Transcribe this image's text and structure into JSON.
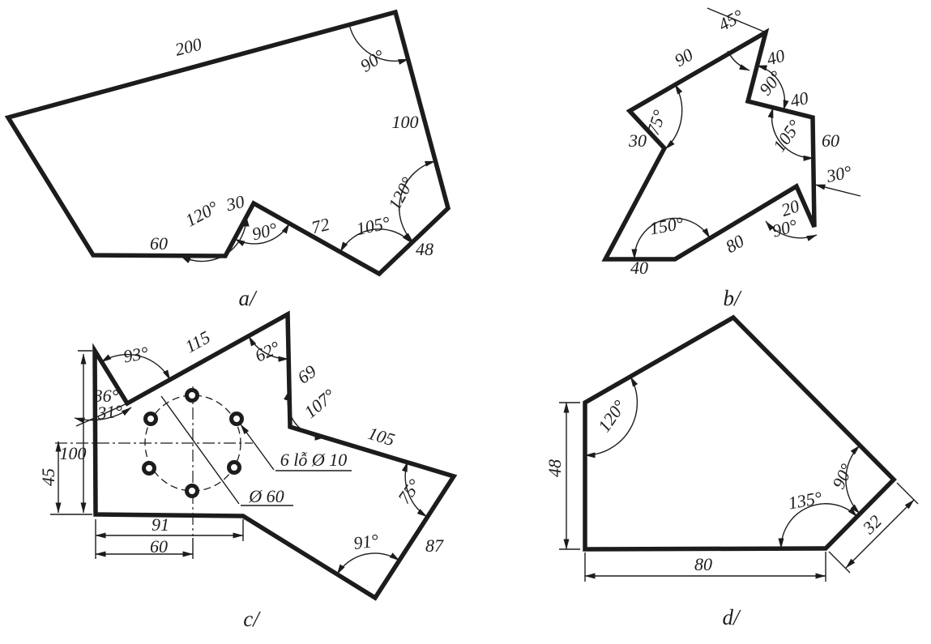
{
  "colors": {
    "ink": "#1c1c1c",
    "background": "#ffffff"
  },
  "figures": {
    "a": {
      "caption": "a/",
      "dims": {
        "d200": "200",
        "d100": "100",
        "d60": "60",
        "d30": "30",
        "d72": "72",
        "d48": "48"
      },
      "angles": {
        "top90": "90°",
        "a120": "120°",
        "notch90": "90°",
        "a105": "105°",
        "right120": "120°"
      }
    },
    "b": {
      "caption": "b/",
      "dims": {
        "d90": "90",
        "d40a": "40",
        "d40b": "40",
        "d60": "60",
        "d20": "20",
        "d80": "80",
        "d40c": "40",
        "d30": "30"
      },
      "angles": {
        "a45": "45°",
        "a90a": "90°",
        "a105": "105°",
        "a30": "30°",
        "a90b": "90°",
        "a150": "150°",
        "a75": "75°"
      }
    },
    "c": {
      "caption": "c/",
      "dims": {
        "d115": "115",
        "d69": "69",
        "d105": "105",
        "d87": "87",
        "d100": "100",
        "d45": "45",
        "d91": "91",
        "d60": "60",
        "holes_note": "6 lỗ Ø 10",
        "bolt_circle": "Ø 60"
      },
      "angles": {
        "a93": "93°",
        "a62": "62°",
        "a107": "107°",
        "a75": "75°",
        "a91": "91°",
        "a36": "36°",
        "a31": "31°"
      }
    },
    "d": {
      "caption": "d/",
      "dims": {
        "d48": "48",
        "d80": "80",
        "d32": "32"
      },
      "angles": {
        "a120": "120°",
        "a90": "90°",
        "a135": "135°"
      }
    }
  }
}
